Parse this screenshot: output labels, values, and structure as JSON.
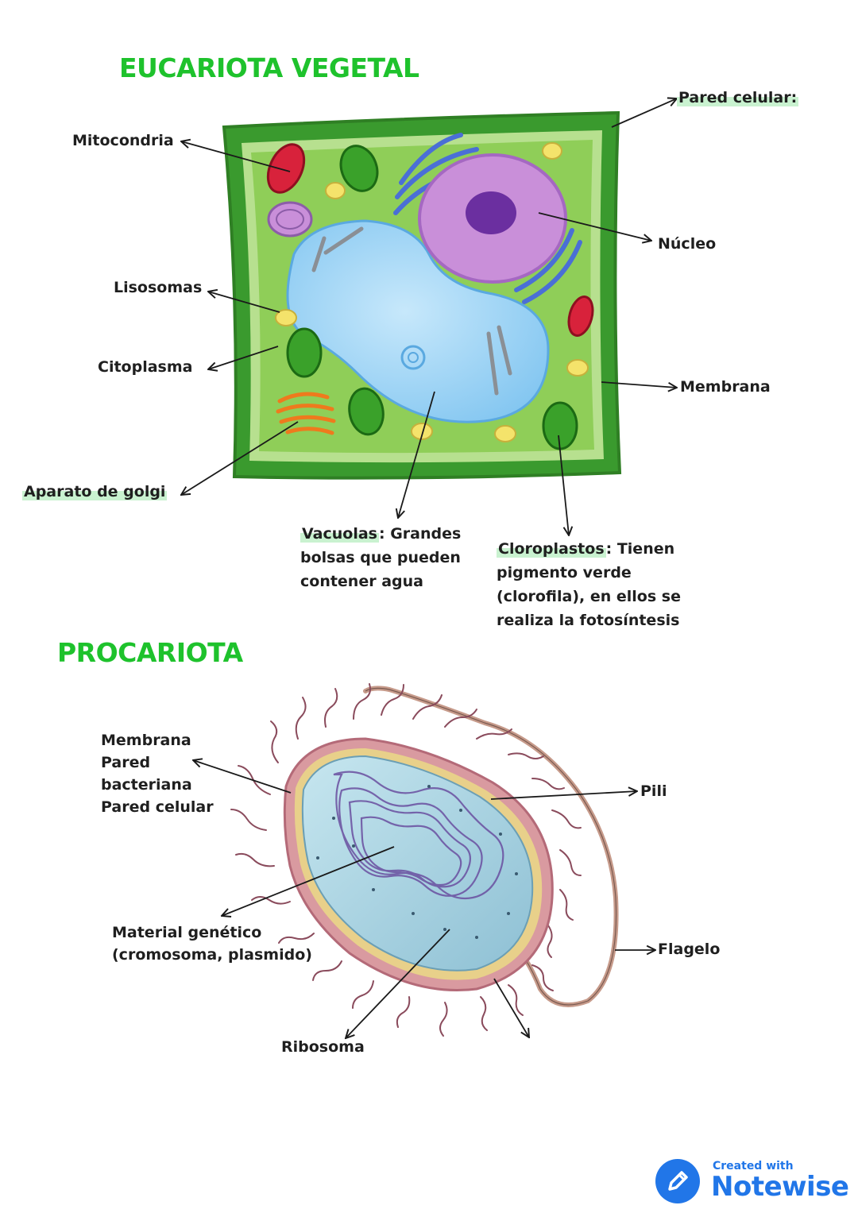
{
  "colors": {
    "title_green": "#1ec22c",
    "highlight_green": "#c9f2d0",
    "brand_blue": "#2176e8"
  },
  "plant_cell": {
    "title": "EUCARIOTA VEGETAL",
    "labels": {
      "pared_celular": "Pared celular:",
      "mitocondria": "Mitocondria",
      "nucleo": "Núcleo",
      "lisosomas": "Lisosomas",
      "citoplasma": "Citoplasma",
      "membrana": "Membrana",
      "golgi": "Aparato de golgi",
      "vacuolas_term": "Vacuolas",
      "vacuolas_line1": ": Grandes",
      "vacuolas_line2": "bolsas que pueden",
      "vacuolas_line3": "contener agua",
      "cloroplastos_term": "Cloroplastos",
      "cloroplastos_line1": ": Tienen",
      "cloroplastos_line2": "pigmento verde",
      "cloroplastos_line3": "(clorofila), en ellos se",
      "cloroplastos_line4": "realiza la fotosíntesis"
    }
  },
  "prokaryote": {
    "title": "PROCARIOTA",
    "labels": {
      "membrana": "Membrana",
      "pared": "Pared",
      "bacteriana": "bacteriana",
      "pared_celular": "Pared celular",
      "pili": "Pili",
      "material_line1": "Material genético",
      "material_line2": "(cromosoma, plasmido)",
      "flagelo": "Flagelo",
      "ribosoma": "Ribosoma"
    }
  },
  "footer": {
    "created_with": "Created with",
    "brand": "Notewise",
    "pencil_icon": "pencil-icon"
  }
}
